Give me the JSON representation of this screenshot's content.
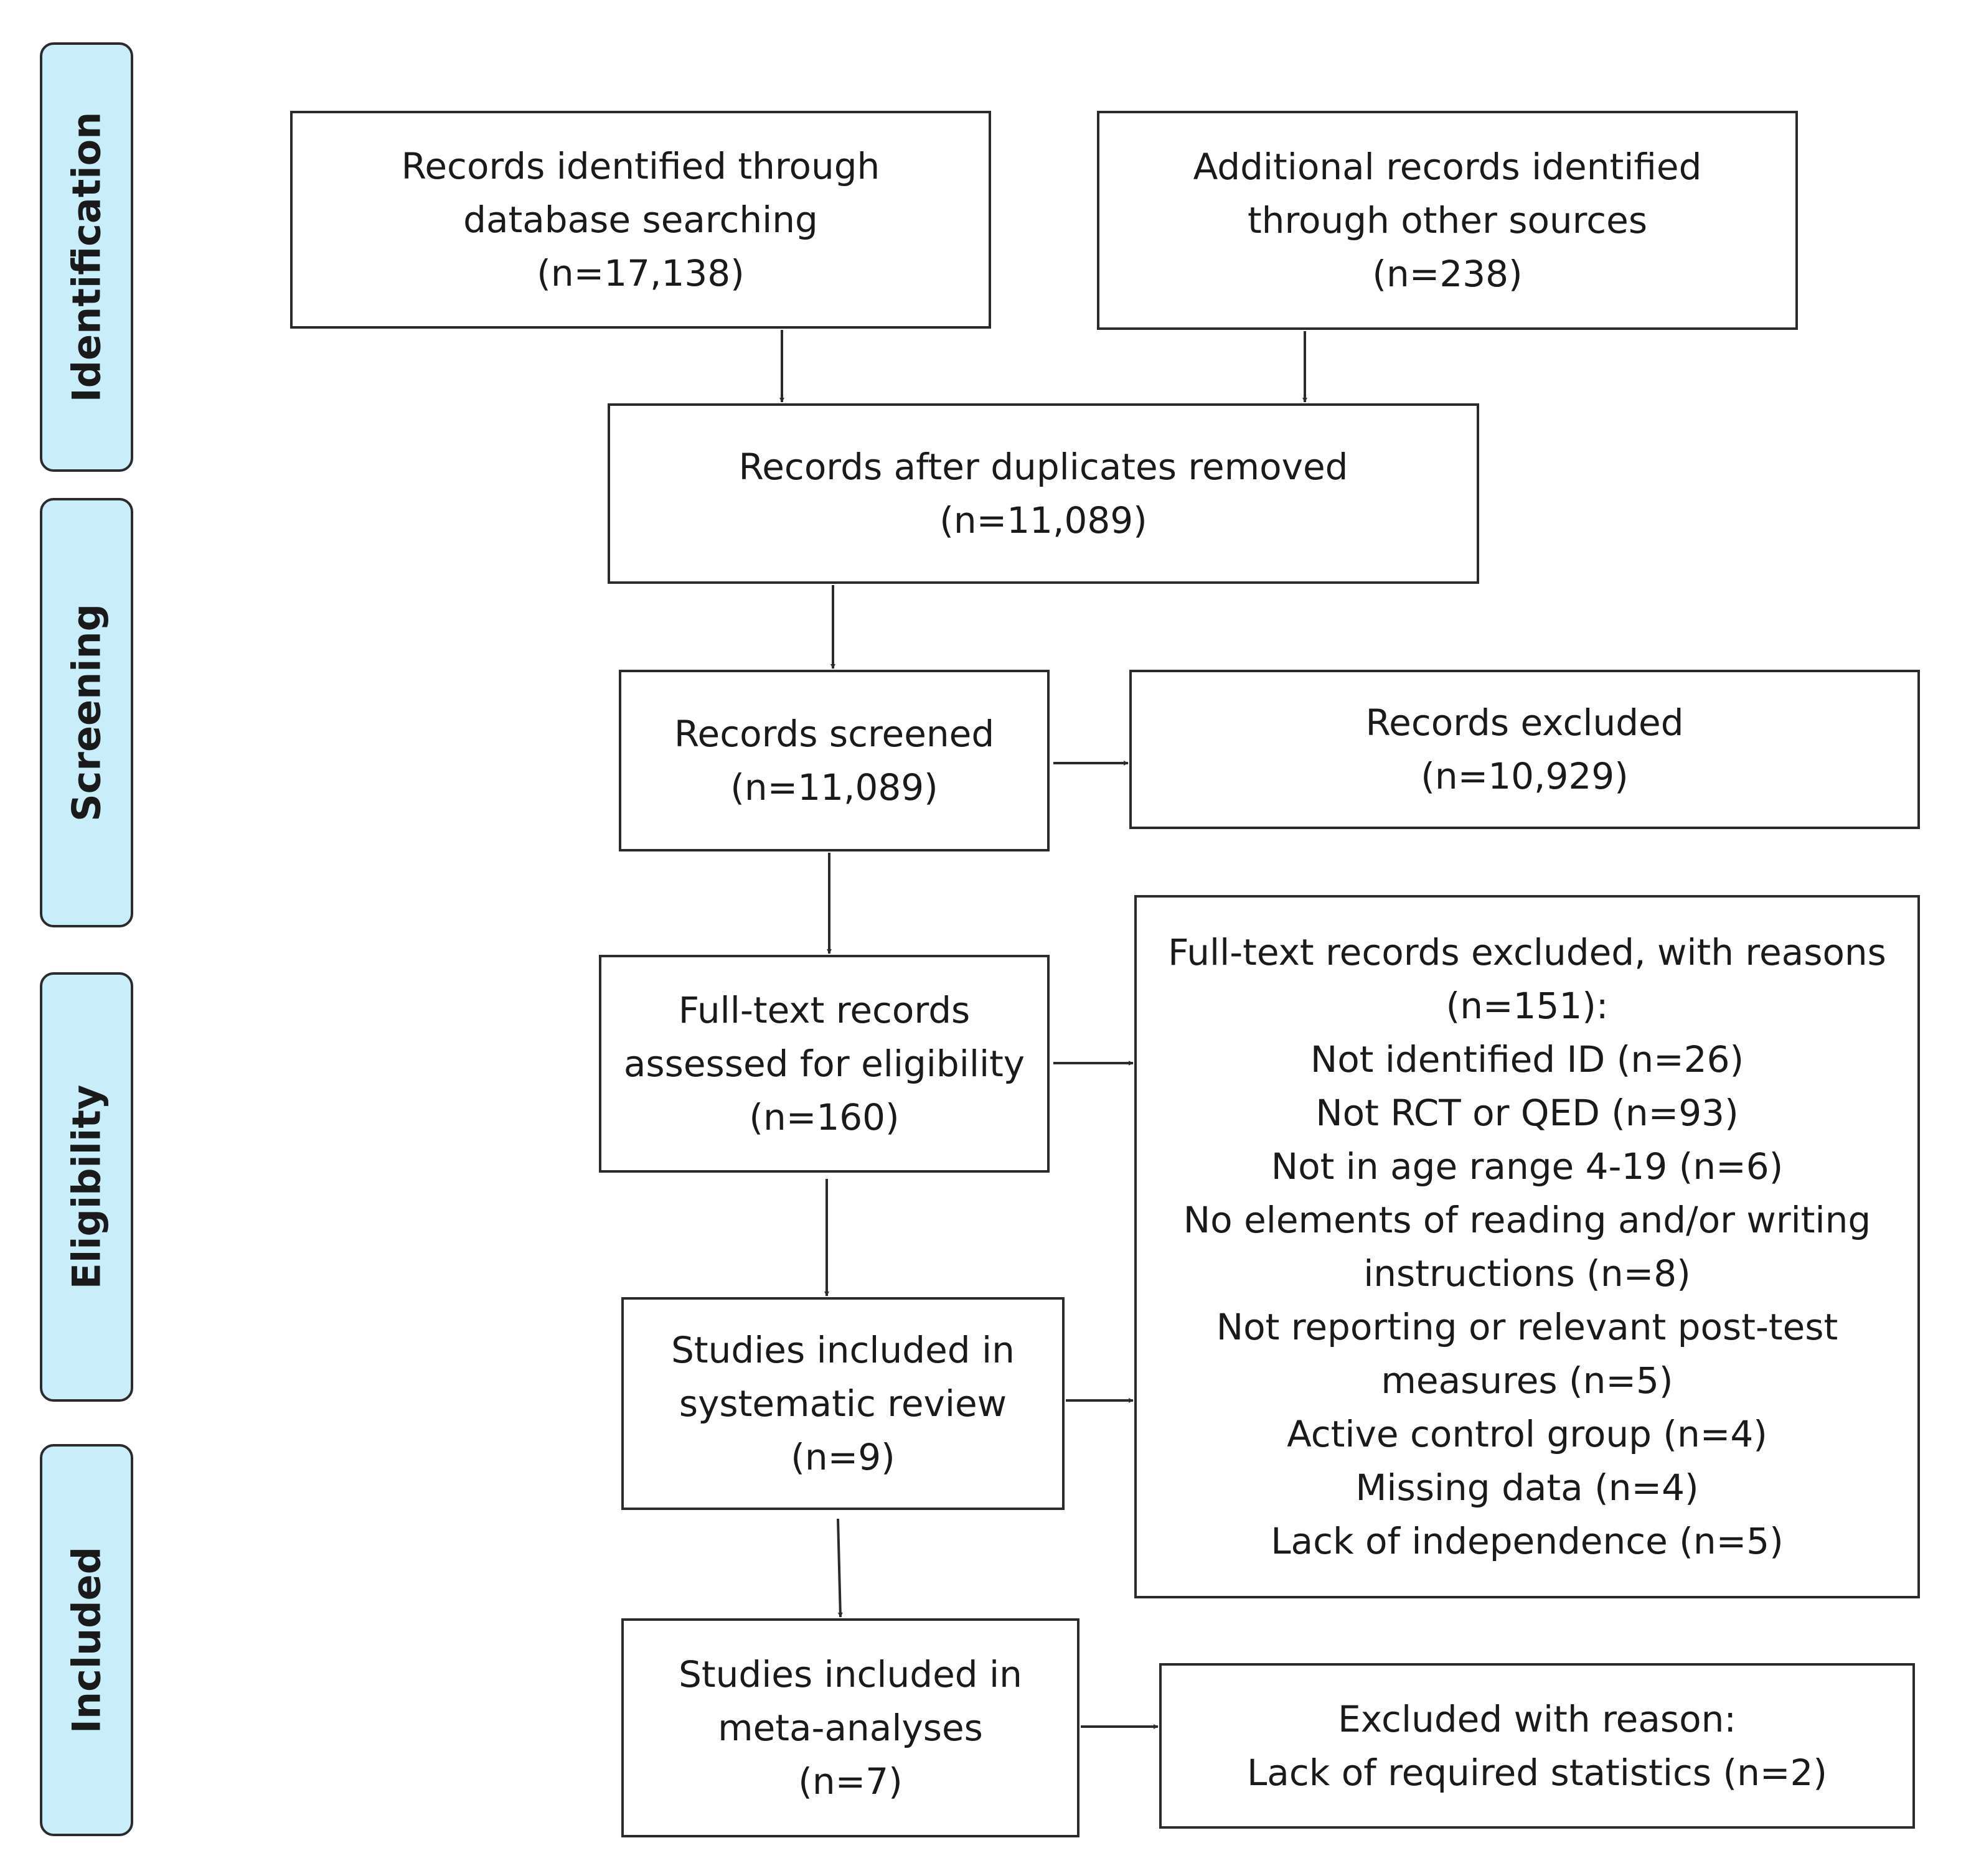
{
  "phases": {
    "identification": "Identification",
    "screening": "Screening",
    "eligibility": "Eligibility",
    "included": "Included"
  },
  "boxes": {
    "database": {
      "line1": "Records identified through",
      "line2": "database searching",
      "line3": "(n=17,138)"
    },
    "other_sources": {
      "line1": "Additional records identified",
      "line2": "through other sources",
      "line3": "(n=238)"
    },
    "duplicates_removed": {
      "line1": "Records after duplicates removed",
      "line2": "(n=11,089)"
    },
    "screened": {
      "line1": "Records screened",
      "line2": "(n=11,089)"
    },
    "excluded": {
      "line1": "Records excluded",
      "line2": "(n=10,929)"
    },
    "fulltext_assessed": {
      "line1": "Full-text records",
      "line2": "assessed for eligibility",
      "line3": "(n=160)"
    },
    "fulltext_excluded": {
      "lines": [
        "Full-text records excluded, with reasons",
        "(n=151):",
        "Not identified ID (n=26)",
        "Not RCT or QED (n=93)",
        "Not in age range 4-19 (n=6)",
        "No elements of reading and/or writing",
        "instructions (n=8)",
        "Not reporting or relevant post-test",
        "measures (n=5)",
        "Active control group (n=4)",
        "Missing data (n=4)",
        "Lack of independence (n=5)"
      ]
    },
    "systematic_review": {
      "line1": "Studies included in",
      "line2": "systematic review",
      "line3": "(n=9)"
    },
    "meta_analyses": {
      "line1": "Studies included in",
      "line2": "meta-analyses",
      "line3": "(n=7)"
    },
    "excluded_reason": {
      "line1": "Excluded with reason:",
      "line2": "Lack of required statistics (n=2)"
    }
  }
}
